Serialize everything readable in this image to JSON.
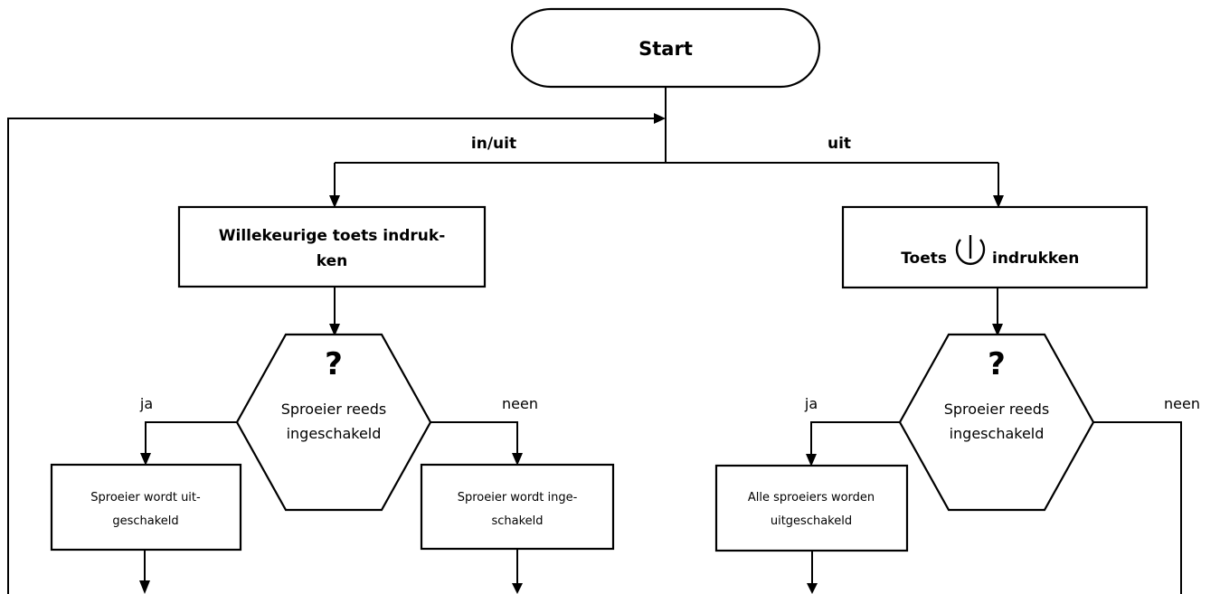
{
  "start": "Start",
  "branch_labels": {
    "left": "in/uit",
    "right": "uit"
  },
  "left_branch": {
    "action_line1": "Willekeurige toets indruk-",
    "action_line2": "ken",
    "question_mark": "?",
    "decision_line1": "Sproeier reeds",
    "decision_line2": "ingeschakeld",
    "yes_label": "ja",
    "no_label": "neen",
    "yes_result_line1": "Sproeier wordt uit-",
    "yes_result_line2": "geschakeld",
    "no_result_line1": "Sproeier wordt inge-",
    "no_result_line2": "schakeld"
  },
  "right_branch": {
    "action_prefix": "Toets",
    "action_icon": "power-icon",
    "action_suffix": "indrukken",
    "question_mark": "?",
    "decision_line1": "Sproeier reeds",
    "decision_line2": "ingeschakeld",
    "yes_label": "ja",
    "no_label": "neen",
    "yes_result_line1": "Alle sproeiers worden",
    "yes_result_line2": "uitgeschakeld"
  }
}
